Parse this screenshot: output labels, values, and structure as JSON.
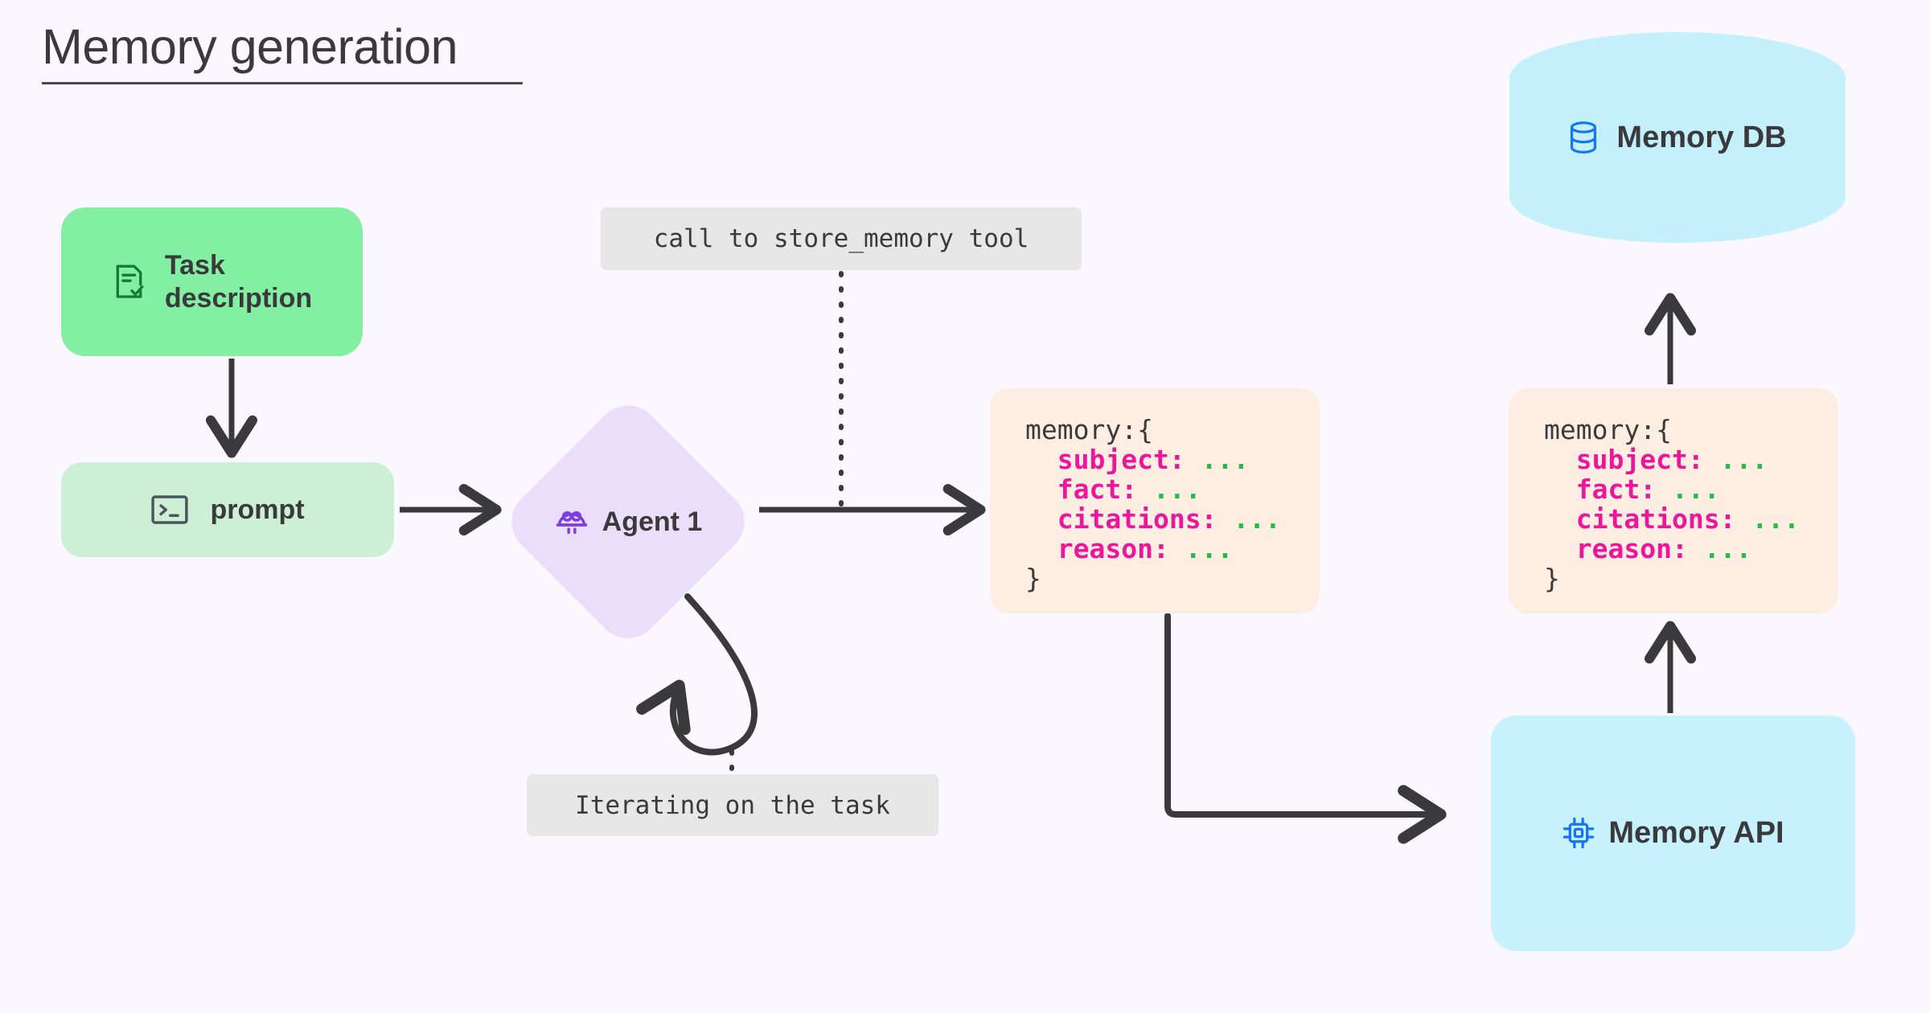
{
  "title": "Memory generation",
  "nodes": {
    "task": {
      "label": "Task\ndescription",
      "icon": "document-check-icon",
      "color": "#82EFA3"
    },
    "prompt": {
      "label": "prompt",
      "icon": "terminal-icon",
      "color": "#CDF0D4"
    },
    "agent": {
      "label": "Agent 1",
      "icon": "robot-icon",
      "color": "#EBDEFB"
    },
    "memory_db": {
      "label": "Memory DB",
      "icon": "database-icon",
      "color": "#C3F0FB"
    },
    "memory_api": {
      "label": "Memory API",
      "icon": "chip-icon",
      "color": "#C7F1FC"
    }
  },
  "memory_card": {
    "open": "memory:{",
    "close": "}",
    "fields": [
      {
        "key": "subject:",
        "value": "..."
      },
      {
        "key": "fact:",
        "value": "..."
      },
      {
        "key": "citations:",
        "value": "..."
      },
      {
        "key": "reason:",
        "value": "..."
      }
    ],
    "background": "#FDEEE1",
    "key_color": "#EB1699",
    "value_color": "#22BB4E"
  },
  "annotations": {
    "tool_call": "call to store_memory tool",
    "iterating": "Iterating on the task"
  },
  "palette": {
    "background": "#FAF7FE",
    "edge": "#3A3A3C",
    "icon_green": "#137A38",
    "icon_slate": "#4A5560",
    "icon_purple": "#7B3FE4",
    "icon_blue": "#1576F0"
  }
}
